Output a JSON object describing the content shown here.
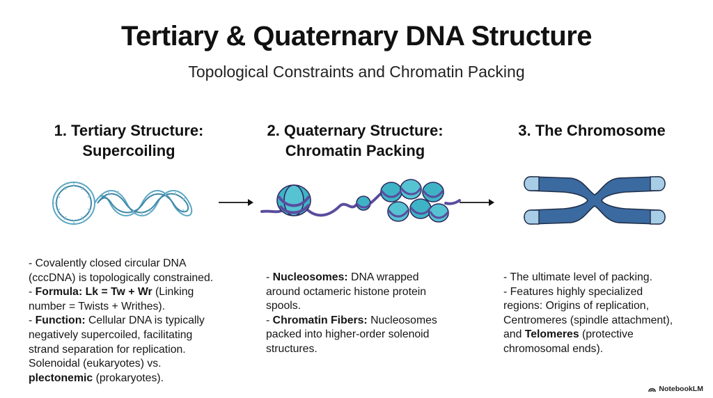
{
  "title": "Tertiary & Quaternary DNA Structure",
  "subtitle": "Topological Constraints and Chromatin Packing",
  "columns": [
    {
      "heading_line1": "1. Tertiary Structure:",
      "heading_line2": "Supercoiling",
      "lines": [
        "- Covalently closed circular DNA",
        "(cccDNA) is topologically constrained.",
        {
          "bold": "Formula: Lk = Tw + Wr",
          "pre": "- ",
          "post": " (Linking"
        },
        "number = Twists + Writhes).",
        {
          "bold": "Function:",
          "pre": "- ",
          "post": " Cellular DNA is typically"
        },
        "negatively supercoiled, facilitating",
        "strand separation for replication.",
        "Solenoidal (eukaryotes) vs.",
        {
          "bold": "plectonemic",
          "pre": "",
          "post": " (prokaryotes)."
        }
      ]
    },
    {
      "heading_line1": "2. Quaternary Structure:",
      "heading_line2": "Chromatin Packing",
      "lines": [
        {
          "bold": "Nucleosomes:",
          "pre": "- ",
          "post": " DNA wrapped"
        },
        "around octameric histone protein",
        "spools.",
        {
          "bold": "Chromatin Fibers:",
          "pre": "- ",
          "post": " Nucleosomes"
        },
        "packed into higher-order solenoid",
        "structures."
      ]
    },
    {
      "heading_line1": "3. The Chromosome",
      "heading_line2": "",
      "lines": [
        "- The ultimate level of packing.",
        "- Features highly specialized",
        "regions: Origins of replication,",
        "Centromeres (spindle attachment),",
        {
          "bold": "Telomeres",
          "pre": "and ",
          "post": " (protective"
        },
        "chromosomal ends)."
      ]
    }
  ],
  "brand": "NotebookLM",
  "colors": {
    "dna_strand": "#5aa6c2",
    "histone": "#3fb3c6",
    "linker": "#5a4c9e",
    "chromosome": "#3b6aa0",
    "telomere": "#a8cde6"
  }
}
